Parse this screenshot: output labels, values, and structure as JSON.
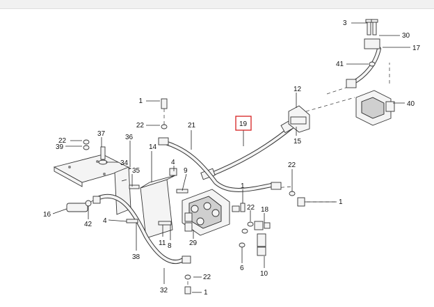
{
  "highlight_color": "#d62020",
  "callouts": {
    "c1a": "1",
    "c1b": "1",
    "c1c": "1",
    "c1d": "1",
    "c3": "3",
    "c4a": "4",
    "c4b": "4",
    "c6": "6",
    "c8": "8",
    "c9": "9",
    "c10": "10",
    "c11": "11",
    "c12": "12",
    "c14": "14",
    "c15": "15",
    "c16": "16",
    "c17": "17",
    "c18": "18",
    "c19": "19",
    "c21": "21",
    "c22a": "22",
    "c22b": "22",
    "c22c": "22",
    "c22d": "22",
    "c22e": "22",
    "c29": "29",
    "c30": "30",
    "c32": "32",
    "c34": "34",
    "c35": "35",
    "c36": "36",
    "c37": "37",
    "c38": "38",
    "c39": "39",
    "c40": "40",
    "c41": "41",
    "c42": "42"
  }
}
